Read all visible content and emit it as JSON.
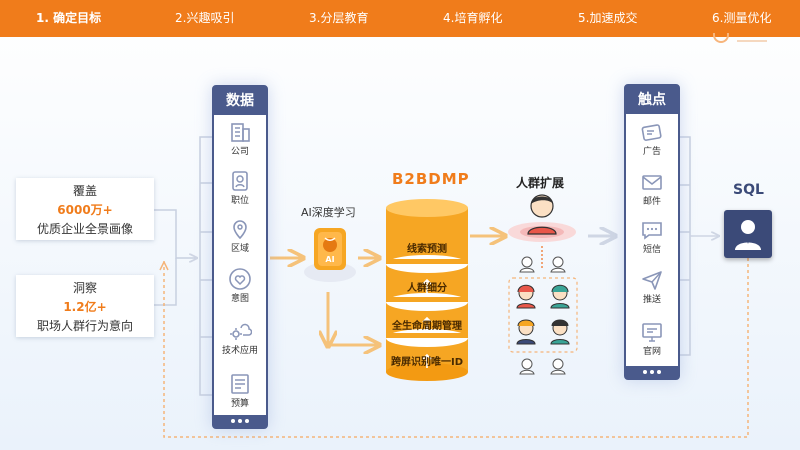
{
  "nav": {
    "items": [
      "1. 确定目标",
      "2.兴趣吸引",
      "3.分层教育",
      "4.培育孵化",
      "5.加速成交",
      "6.测量优化"
    ]
  },
  "info_boxes": [
    {
      "title": "覆盖",
      "value": "6000万+",
      "desc": "优质企业全景画像"
    },
    {
      "title": "洞察",
      "value": "1.2亿+",
      "desc": "职场人群行为意向"
    }
  ],
  "data_panel": {
    "title": "数据",
    "items": [
      {
        "label": "公司",
        "icon": "building-icon"
      },
      {
        "label": "职位",
        "icon": "id-badge-icon"
      },
      {
        "label": "区域",
        "icon": "map-pin-icon"
      },
      {
        "label": "意图",
        "icon": "heart-icon"
      },
      {
        "label": "技术应用",
        "icon": "gear-cloud-icon"
      },
      {
        "label": "预算",
        "icon": "document-icon"
      }
    ]
  },
  "ai": {
    "label": "AI深度学习",
    "badge": "AI"
  },
  "b2bdmp": {
    "title": "B2BDMP",
    "layers": [
      "线索预测",
      "人群细分",
      "全生命周期管理",
      "跨屏识别唯一ID"
    ]
  },
  "crowd": {
    "label": "人群扩展"
  },
  "touch_panel": {
    "title": "触点",
    "items": [
      {
        "label": "广告",
        "icon": "ad-card-icon"
      },
      {
        "label": "邮件",
        "icon": "mail-icon"
      },
      {
        "label": "短信",
        "icon": "chat-icon"
      },
      {
        "label": "推送",
        "icon": "send-icon"
      },
      {
        "label": "官网",
        "icon": "monitor-icon"
      }
    ]
  },
  "sql": {
    "label": "SQL",
    "icon": "user-icon"
  },
  "colors": {
    "brand": "#f07c1b",
    "navy": "#4a5a8c",
    "sql": "#3b4a78",
    "cylinder": "#f6a623"
  }
}
